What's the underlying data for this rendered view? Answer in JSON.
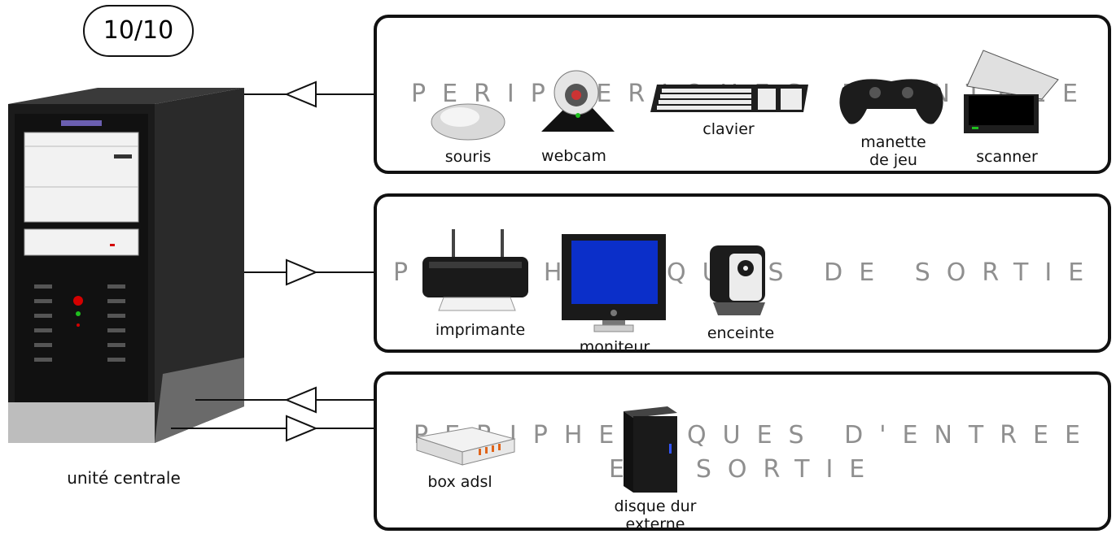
{
  "score": "10/10",
  "central_unit": {
    "label": "unité centrale"
  },
  "panels": {
    "input": {
      "watermark": "PERIPHERIQUES D'ENTREE"
    },
    "output": {
      "watermark": "PERIPHERIQUES DE SORTIE"
    },
    "io": {
      "watermark_line1": "PERIPHERIQUES D'ENTREE",
      "watermark_line2": "ET SORTIE"
    }
  },
  "devices": {
    "souris": "souris",
    "webcam": "webcam",
    "clavier": "clavier",
    "manette": "manette de jeu",
    "scanner": "scanner",
    "imprimante": "imprimante",
    "moniteur": "moniteur",
    "enceinte": "enceinte",
    "box": "box adsl",
    "disque": "disque dur externe"
  },
  "colors": {
    "outline": "#111111",
    "watermark": "#8f8f8f",
    "monitor_screen": "#0b2fc9",
    "tower_body": "#2b2b2b",
    "led_red": "#d40000",
    "led_green": "#1fbf1f"
  }
}
